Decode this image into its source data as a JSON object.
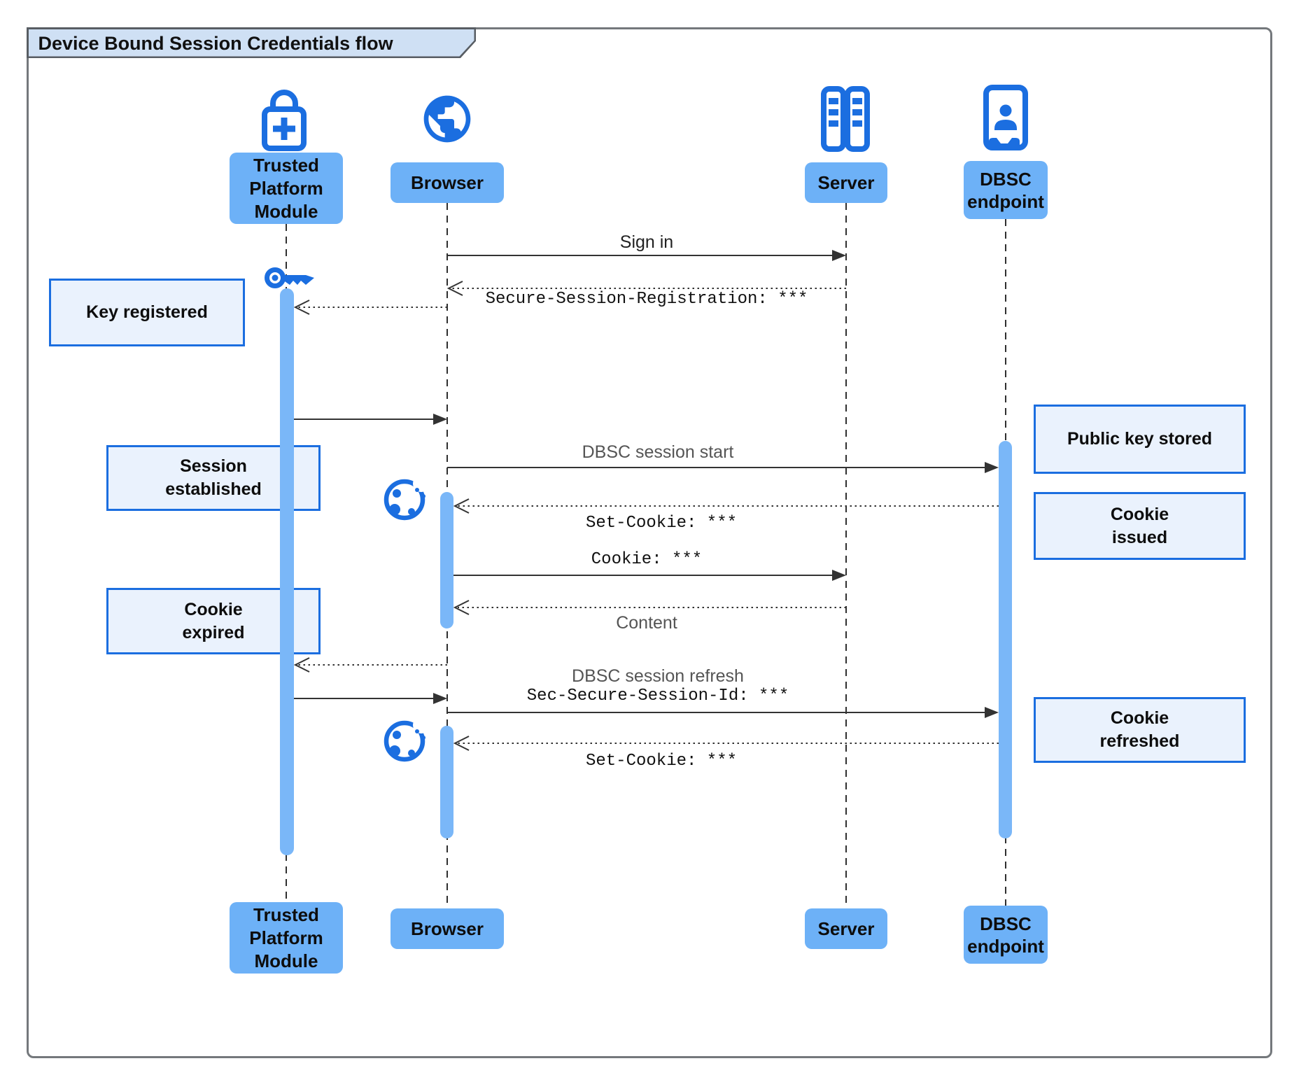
{
  "title": "Device Bound Session Credentials flow",
  "actors": {
    "tpm": {
      "label": "Trusted Platform Module"
    },
    "browser": {
      "label": "Browser"
    },
    "server": {
      "label": "Server"
    },
    "dbsc": {
      "label": "DBSC endpoint"
    }
  },
  "messages": {
    "sign_in": "Sign in",
    "registration": "Secure-Session-Registration: ***",
    "session_start": "DBSC session start",
    "set_cookie_1": "Set-Cookie: ***",
    "cookie": "Cookie: ***",
    "content": "Content",
    "session_refresh": "DBSC session refresh",
    "session_id": "Sec-Secure-Session-Id: ***",
    "set_cookie_2": "Set-Cookie: ***"
  },
  "notes": {
    "key_registered": "Key registered",
    "session_established": "Session\nestablished",
    "cookie_expired": "Cookie\nexpired",
    "public_key_stored": "Public key stored",
    "cookie_issued": "Cookie\nissued",
    "cookie_refreshed": "Cookie\nrefreshed"
  },
  "icons": {
    "tpm": "lock-plus-icon",
    "browser": "globe-icon",
    "server": "server-stack-icon",
    "dbsc": "badge-person-icon",
    "key": "key-icon",
    "cookie": "cookie-icon"
  },
  "colors": {
    "actor_fill": "#6db1f7",
    "bar_fill": "#7ab7f8",
    "icon_blue": "#1b6ee0",
    "note_fill": "#eaf2fd",
    "note_border": "#1b6ee0",
    "line": "#333333",
    "label_gray": "#555555",
    "title_fill": "#cfe0f4",
    "frame_border": "#74787c"
  }
}
